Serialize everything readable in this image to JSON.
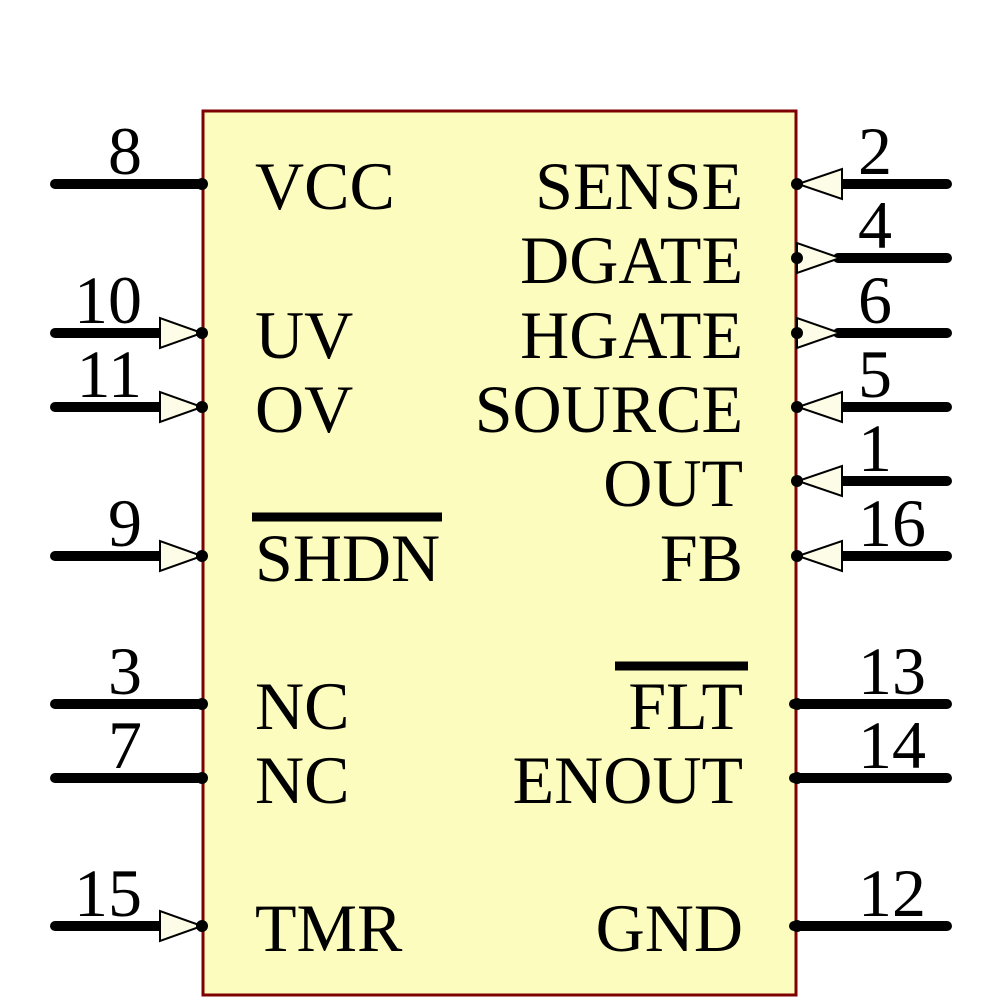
{
  "colors": {
    "body_fill": "#FCFCBE",
    "body_border": "#7E0000",
    "arrow_fill": "#FDFDE7",
    "line_color": "#000000",
    "background": "#FFFFFF"
  },
  "symbol": {
    "pins_left": [
      {
        "number": "8",
        "label": "VCC",
        "arrow": false,
        "overline": false
      },
      {
        "number": "10",
        "label": "UV",
        "arrow": true,
        "overline": false
      },
      {
        "number": "11",
        "label": "OV",
        "arrow": true,
        "overline": false
      },
      {
        "number": "9",
        "label": "SHDN",
        "arrow": true,
        "overline": true
      },
      {
        "number": "3",
        "label": "NC",
        "arrow": false,
        "overline": false
      },
      {
        "number": "7",
        "label": "NC",
        "arrow": false,
        "overline": false
      },
      {
        "number": "15",
        "label": "TMR",
        "arrow": true,
        "overline": false
      }
    ],
    "pins_right": [
      {
        "number": "2",
        "label": "SENSE",
        "arrow": "in",
        "overline": false
      },
      {
        "number": "4",
        "label": "DGATE",
        "arrow": "out",
        "overline": false
      },
      {
        "number": "6",
        "label": "HGATE",
        "arrow": "out",
        "overline": false
      },
      {
        "number": "5",
        "label": "SOURCE",
        "arrow": "in",
        "overline": false
      },
      {
        "number": "1",
        "label": "OUT",
        "arrow": "in",
        "overline": false
      },
      {
        "number": "16",
        "label": "FB",
        "arrow": "in",
        "overline": false
      },
      {
        "number": "13",
        "label": "FLT",
        "arrow": "none",
        "overline": true
      },
      {
        "number": "14",
        "label": "ENOUT",
        "arrow": "none",
        "overline": false
      },
      {
        "number": "12",
        "label": "GND",
        "arrow": "none",
        "overline": false
      }
    ]
  }
}
